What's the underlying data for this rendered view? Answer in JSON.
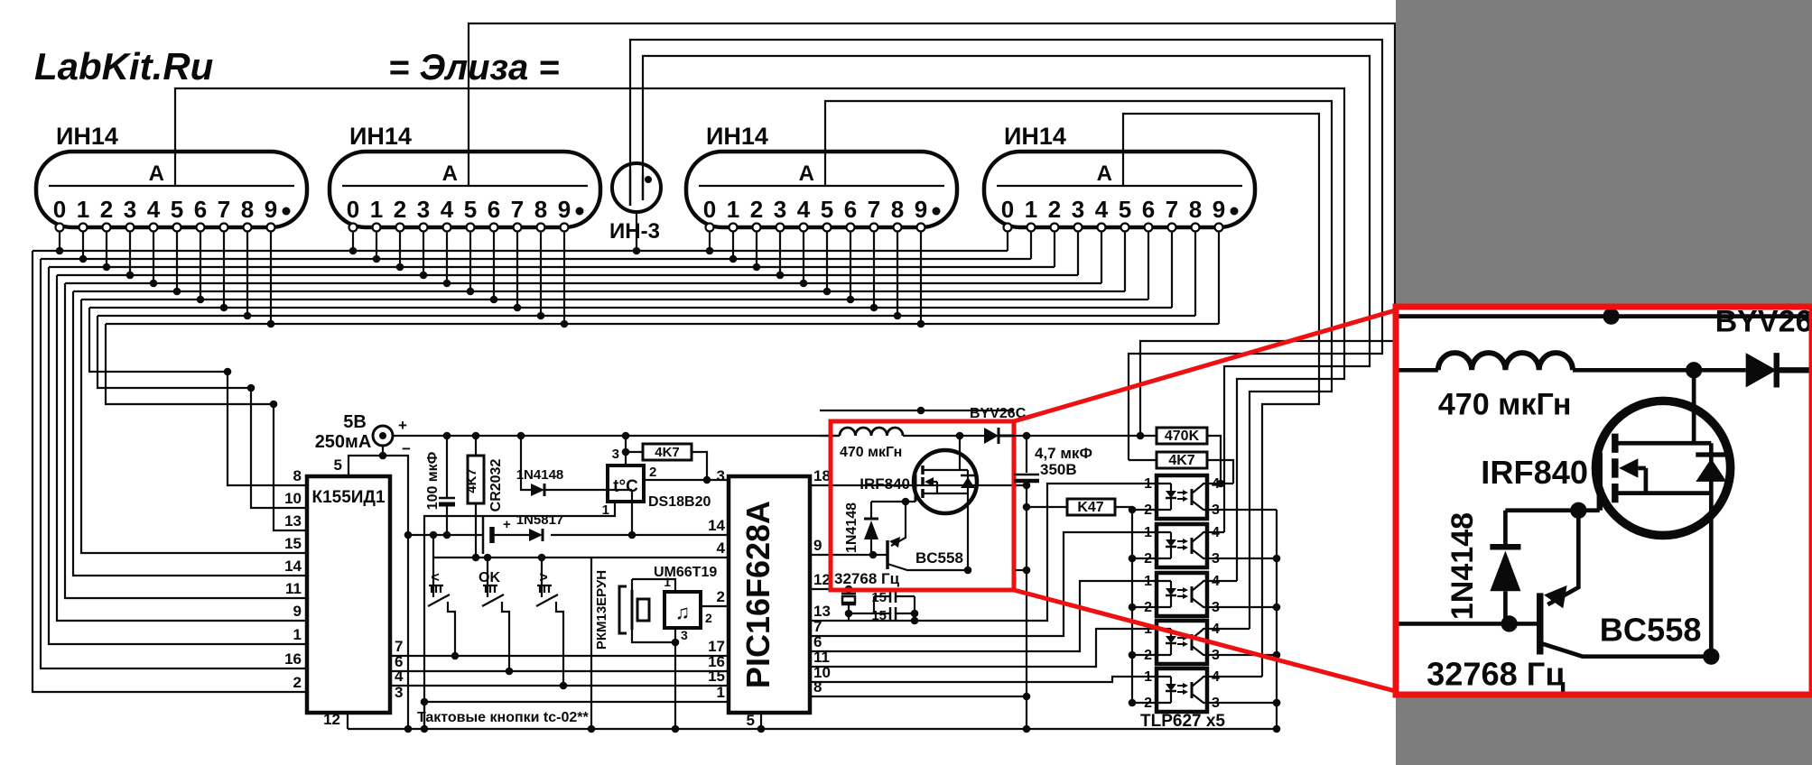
{
  "header": {
    "brand": "LabKit.Ru",
    "product": "= Элиза ="
  },
  "nixie": {
    "model": "ИН14",
    "anode": "А",
    "digits": [
      "0",
      "1",
      "2",
      "3",
      "4",
      "5",
      "6",
      "7",
      "8",
      "9"
    ]
  },
  "neon": {
    "model": "ИН-3"
  },
  "power": {
    "voltage": "5В",
    "current": "250мА",
    "plus": "+",
    "minus": "−"
  },
  "decoder": {
    "name": "К155ИД1",
    "pin_top": "5",
    "pin_bottom": "12",
    "pins_left": [
      "8",
      "10",
      "13",
      "15",
      "14",
      "11",
      "9",
      "1",
      "16",
      "2"
    ],
    "pins_right": [
      "7",
      "6",
      "4",
      "3"
    ]
  },
  "mcu": {
    "name": "PIC16F628A",
    "pin_bottom": "5",
    "pins_left": [
      "3",
      "14",
      "4",
      "2",
      "17",
      "16",
      "15",
      "1"
    ],
    "pins_right": [
      "18",
      "9",
      "12",
      "13",
      "7",
      "6",
      "11",
      "10",
      "8"
    ]
  },
  "backup": {
    "cap": "100 мкФ",
    "charge_res": "4K7",
    "battery": "CR2032",
    "battery_plus": "+",
    "diode_battery": "1N4148",
    "diode_supply": "1N5817"
  },
  "temp_sensor": {
    "mark": "t°C",
    "name": "DS18B20",
    "pullup": "4K7",
    "pin1": "1",
    "pin2": "2",
    "pin3": "3"
  },
  "buttons": {
    "prev": "<",
    "ok": "OK",
    "next": ">",
    "note": "Тактовые кнопки tc-02**"
  },
  "sound": {
    "buzzer": "РКМ13ЕРУН",
    "chip": "UM66T19",
    "note_icon": "♫",
    "pin1": "1",
    "pin2": "2",
    "pin3": "3"
  },
  "boost": {
    "inductor": "470 мкГн",
    "diode": "BYV26C",
    "mosfet": "IRF840",
    "clamp_diode": "1N4148",
    "transistor": "BC558"
  },
  "clock": {
    "crystal": "32768 Гц",
    "cap1": "15",
    "cap2": "15"
  },
  "hv": {
    "cap": "4,7 мкФ",
    "cap_voltage": "350В",
    "res_top": "470K",
    "res_bottom": "4K7",
    "res_led": "K47"
  },
  "opto": {
    "name": "TLP627 x5",
    "pin1": "1",
    "pin2": "2",
    "pin3": "3",
    "pin4": "4"
  },
  "colors": {
    "ink": "#0a0a0a",
    "highlight": "#ee1111",
    "backdrop": "#7d7d7d"
  }
}
